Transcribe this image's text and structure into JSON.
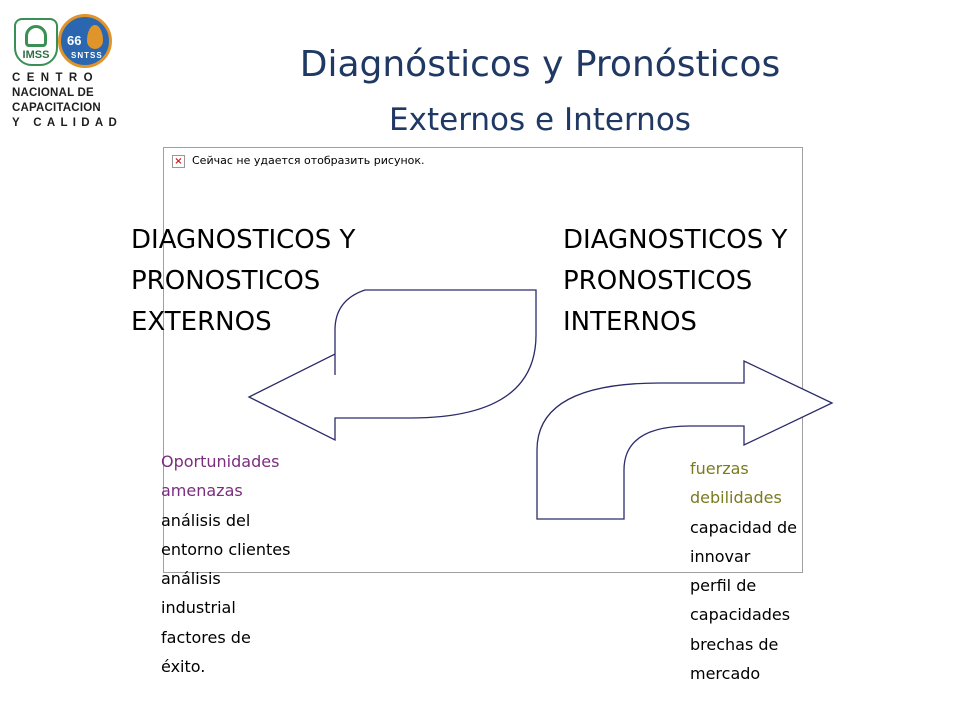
{
  "header": {
    "title": "Diagnósticos y Pronósticos",
    "subtitle": "Externos e Internos"
  },
  "logo": {
    "imss_text": "IMSS",
    "snte_number": "66",
    "snte_text": "SNTSS",
    "lines": [
      "CENTRO",
      "NACIONAL DE",
      "CAPACITACION",
      "Y CALIDAD"
    ]
  },
  "broken_image": {
    "message": "Сейчас не удается отобразить рисунок.",
    "icon": "broken-image-icon"
  },
  "left": {
    "heading_lines": [
      "DIAGNOSTICOS Y",
      "PRONOSTICOS",
      "EXTERNOS"
    ],
    "items": [
      "Oportunidades",
      "amenazas",
      "análisis del",
      "entorno clientes",
      "análisis",
      "industrial",
      "factores de",
      "éxito."
    ]
  },
  "right": {
    "heading_lines": [
      "DIAGNOSTICOS Y",
      "PRONOSTICOS",
      "INTERNOS"
    ],
    "items": [
      "fuerzas",
      "debilidades",
      "capacidad de",
      "innovar",
      "perfil de",
      "capacidades",
      "brechas de",
      "mercado"
    ]
  },
  "colors": {
    "title": "#1f3864",
    "opportunities": "#7b2d7e",
    "strengths": "#7a7b1f",
    "arrow_stroke": "#2b2b6b"
  }
}
